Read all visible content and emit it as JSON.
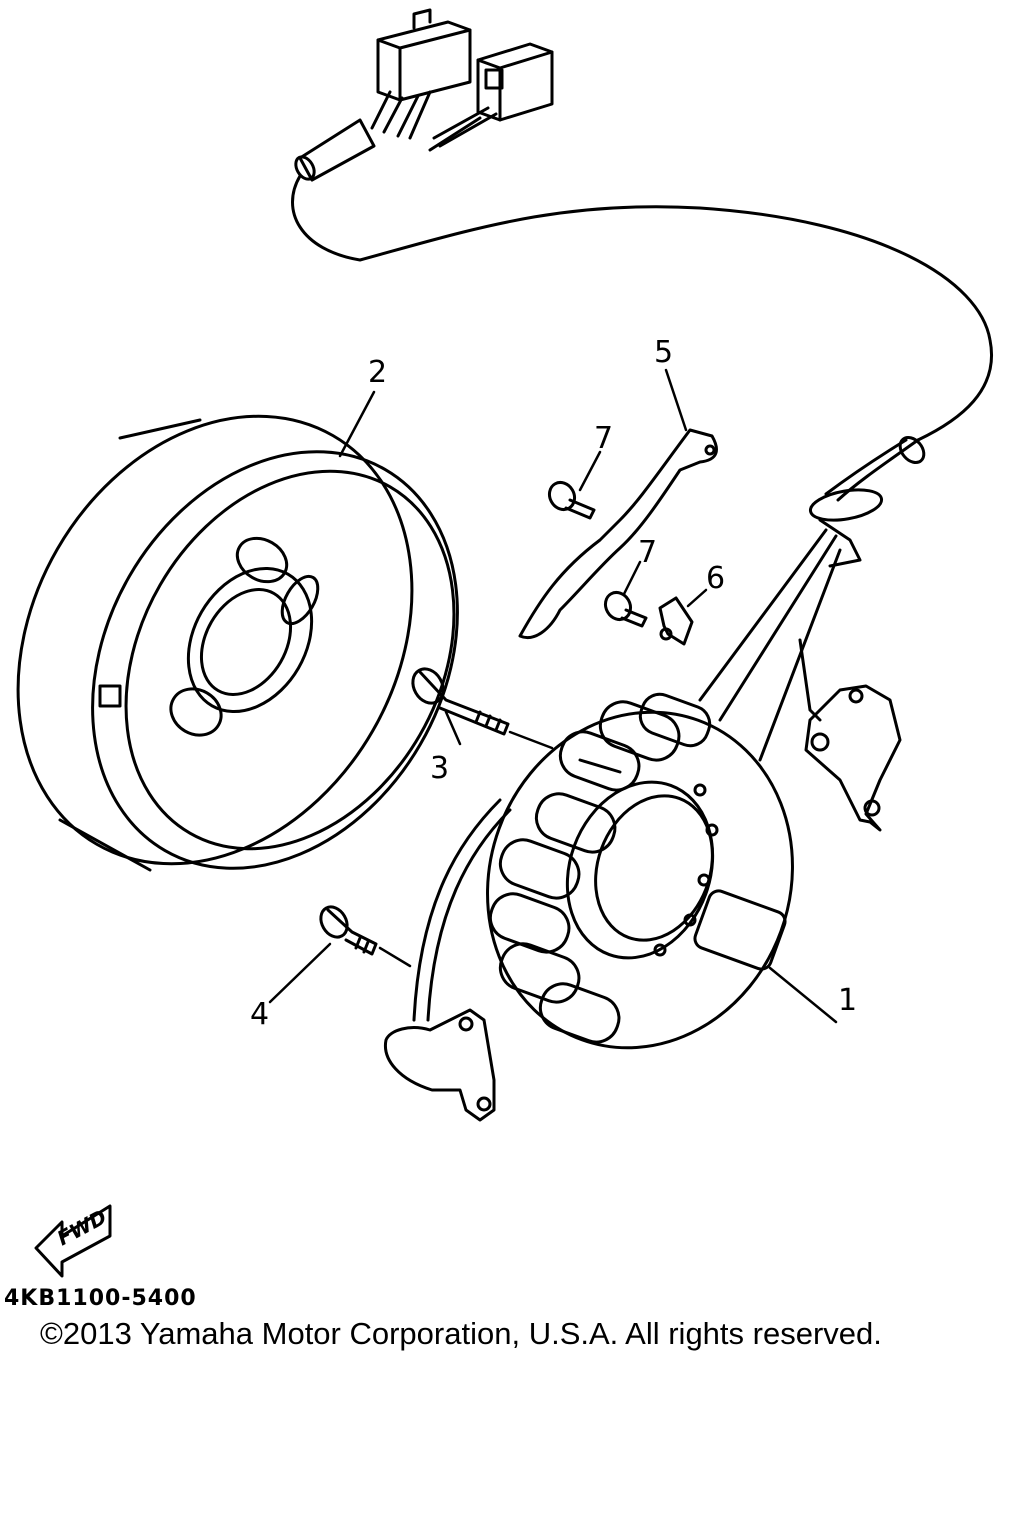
{
  "callouts": {
    "stator_assembly": "1",
    "rotor": "2",
    "rotor_bolt": "3",
    "pickup_screw": "4",
    "lead_clamp": "5",
    "lead_holder": "6",
    "screw_upper": "7",
    "screw_lower": "7"
  },
  "direction_label": "FWD",
  "diagram_code": "4KB1100-5400",
  "copyright": "©2013 Yamaha Motor Corporation, U.S.A. All rights reserved."
}
